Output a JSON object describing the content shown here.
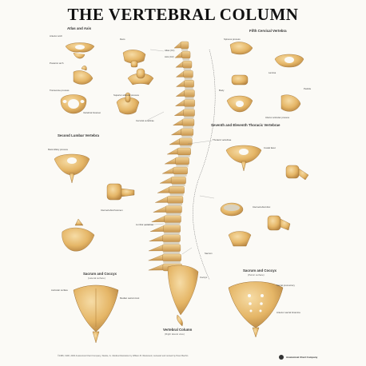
{
  "title": "THE VERTEBRAL COLUMN",
  "sections": {
    "atlas_axis": "Atlas and Axis",
    "fifth_cervical": "Fifth Cervical Vertebra",
    "second_lumbar": "Second Lumbar Vertebra",
    "seventh_eleventh_thoracic": "Seventh and Eleventh Thoracic Vertebrae",
    "sacrum_coccyx_left": "Sacrum and Coccyx",
    "sacrum_coccyx_left_sub": "(Lateral surface)",
    "sacrum_coccyx_right": "Sacrum and Coccyx",
    "sacrum_coccyx_right_sub": "(Pelvic surface)",
    "vertebral_column_caption": "Vertebral Column",
    "vertebral_column_sub": "(Right lateral view)"
  },
  "labels": {
    "atlas": "Atlas (C1)",
    "axis": "Axis (C2)",
    "cervical": "Cervical vertebrae",
    "thoracic": "Thoracic vertebrae",
    "lumbar": "Lumbar vertebrae",
    "sacrum": "Sacrum",
    "coccyx": "Coccyx",
    "spinous_process": "Spinous process",
    "transverse_process": "Transverse process",
    "vertebral_body": "Body",
    "vertebral_foramen": "Vertebral foramen",
    "superior_articular": "Superior articular process",
    "inferior_articular": "Inferior articular process",
    "lamina": "Lamina",
    "pedicle": "Pedicle",
    "dens": "Dens",
    "intervertebral_disc": "Intervertebral disc",
    "intervertebral_foramen": "Intervertebral foramen",
    "anterior_arch": "Anterior arch",
    "posterior_arch": "Posterior arch",
    "costal_facet": "Costal facet",
    "mammillary_process": "Mammillary process",
    "auricular_surface": "Auricular surface",
    "sacral_foramina": "Anterior sacral foramina",
    "sacral_promontory": "Sacral promontory",
    "median_crest": "Median sacral crest"
  },
  "footer": {
    "copyright": "©1986, 1996, 2000 Anatomical Chart Company, Skokie, IL. Medical illustration by William B. Westwood, reviewed and revised by Peter Bachin",
    "logo": "Anatomical Chart Company"
  },
  "colors": {
    "bone_fill": "#e7b96a",
    "bone_highlight": "#f3d79c",
    "bone_shadow": "#b8863e",
    "disc": "#d9d2c0",
    "line": "#555555"
  }
}
